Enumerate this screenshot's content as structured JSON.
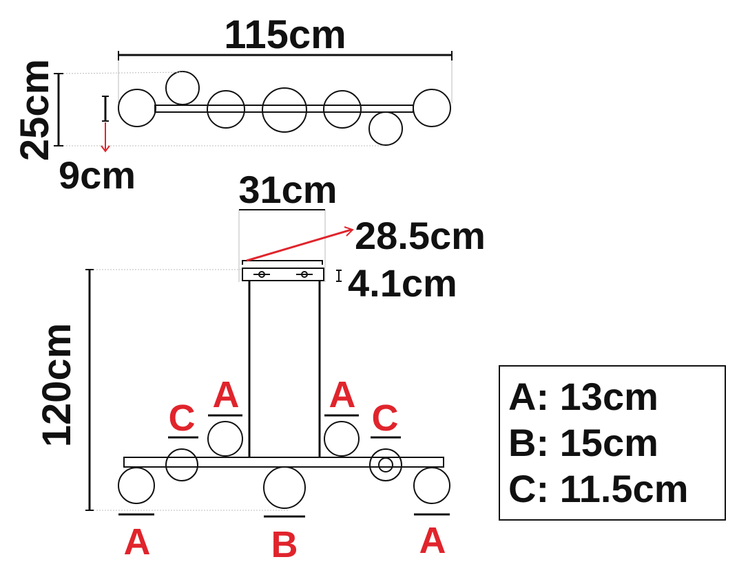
{
  "dimensions": {
    "total_width": "115cm",
    "side_height": "25cm",
    "offset": "9cm",
    "canopy_length": "31cm",
    "canopy_width": "28.5cm",
    "canopy_height": "4.1cm",
    "total_height": "120cm"
  },
  "labels": {
    "a": "A",
    "b": "B",
    "c": "C"
  },
  "legend": [
    "A: 13cm",
    "B: 15cm",
    "C: 11.5cm"
  ],
  "colors": {
    "annotation": "#e0242c",
    "line": "#111111"
  }
}
